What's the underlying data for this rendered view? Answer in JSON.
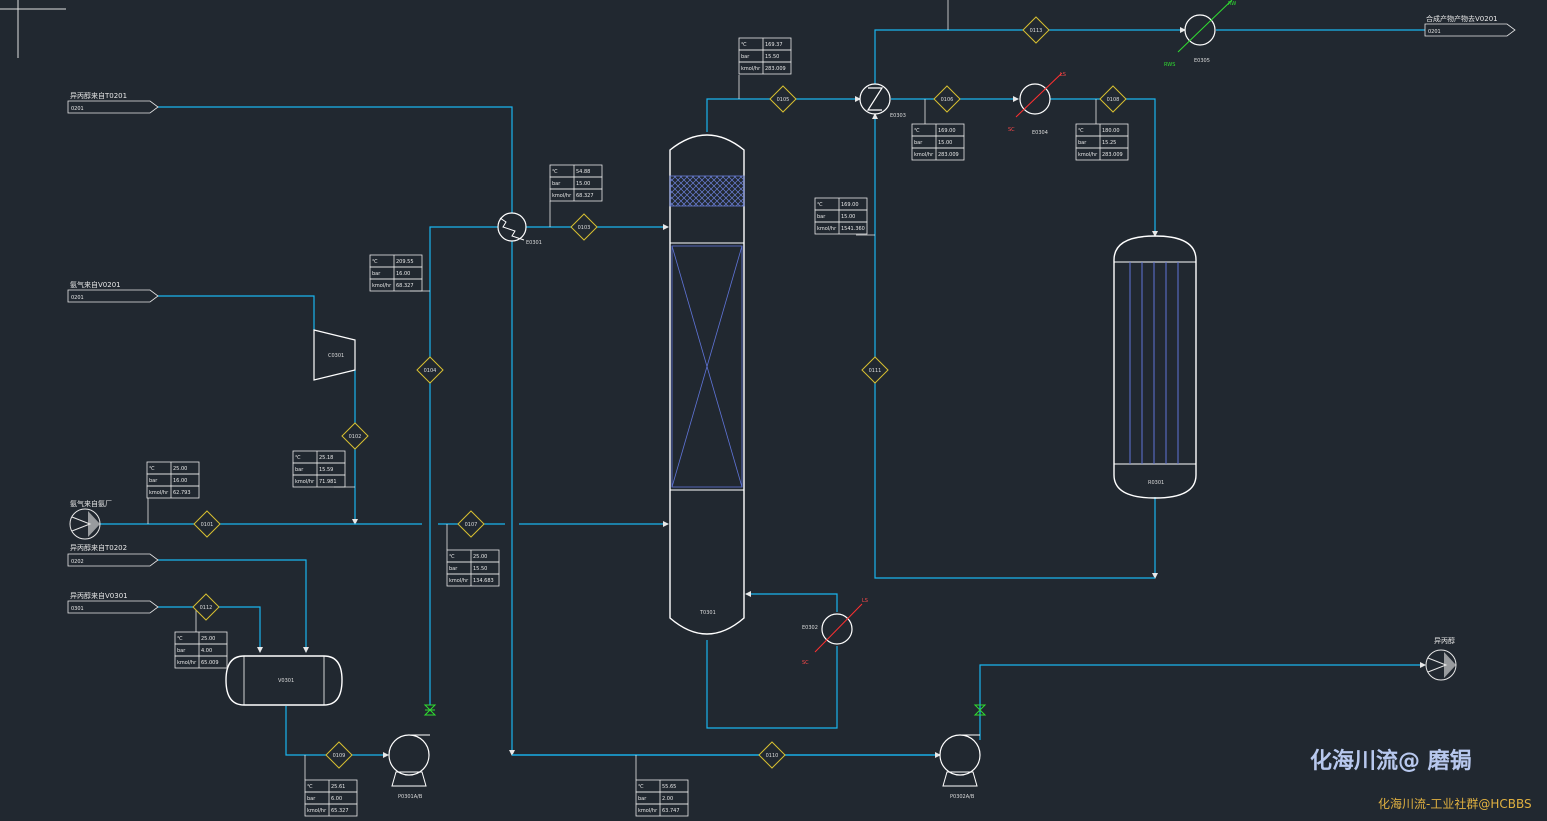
{
  "streams": {
    "top_input": {
      "label": "异丙醇来自T0201",
      "tag": "0201"
    },
    "gas_input": {
      "label": "氨气来自V0201",
      "tag": "0201"
    },
    "nh3_plant": {
      "label": "氨气来自氨厂"
    },
    "ipa_t0202": {
      "label": "异丙醇来自T0202",
      "tag": "0202"
    },
    "ipa_v0301": {
      "label": "异丙醇来自V0301",
      "tag": "0301"
    },
    "product_out": {
      "label": "合成产物产物去V0201",
      "tag": "0201"
    },
    "waste_out": {
      "label": "异丙醇"
    }
  },
  "tables": [
    {
      "id": "t1",
      "rows": [
        [
          "℃",
          "54.88"
        ],
        [
          "bar",
          "15.00"
        ],
        [
          "kmol/hr",
          "68.327"
        ]
      ]
    },
    {
      "id": "t2",
      "rows": [
        [
          "℃",
          "169.37"
        ],
        [
          "bar",
          "15.50"
        ],
        [
          "kmol/hr",
          "283.009"
        ]
      ]
    },
    {
      "id": "t3",
      "rows": [
        [
          "℃",
          "209.55"
        ],
        [
          "bar",
          "16.00"
        ],
        [
          "kmol/hr",
          "68.327"
        ]
      ]
    },
    {
      "id": "t4",
      "rows": [
        [
          "℃",
          "169.00"
        ],
        [
          "bar",
          "15.00"
        ],
        [
          "kmol/hr",
          "283.009"
        ]
      ]
    },
    {
      "id": "t5",
      "rows": [
        [
          "℃",
          "169.00"
        ],
        [
          "bar",
          "15.00"
        ],
        [
          "kmol/hr",
          "1541.360"
        ]
      ]
    },
    {
      "id": "t6",
      "rows": [
        [
          "℃",
          "180.00"
        ],
        [
          "bar",
          "15.25"
        ],
        [
          "kmol/hr",
          "283.009"
        ]
      ]
    },
    {
      "id": "t7",
      "rows": [
        [
          "℃",
          "25.00"
        ],
        [
          "bar",
          "16.00"
        ],
        [
          "kmol/hr",
          "62.793"
        ]
      ]
    },
    {
      "id": "t8",
      "rows": [
        [
          "℃",
          "25.18"
        ],
        [
          "bar",
          "15.59"
        ],
        [
          "kmol/hr",
          "71.981"
        ]
      ]
    },
    {
      "id": "t9",
      "rows": [
        [
          "℃",
          "25.00"
        ],
        [
          "bar",
          "15.50"
        ],
        [
          "kmol/hr",
          "134.683"
        ]
      ]
    },
    {
      "id": "t10",
      "rows": [
        [
          "℃",
          "25.00"
        ],
        [
          "bar",
          "4.00"
        ],
        [
          "kmol/hr",
          "65.009"
        ]
      ]
    },
    {
      "id": "t11",
      "rows": [
        [
          "℃",
          "25.61"
        ],
        [
          "bar",
          "6.00"
        ],
        [
          "kmol/hr",
          "65.327"
        ]
      ]
    },
    {
      "id": "t12",
      "rows": [
        [
          "℃",
          "55.65"
        ],
        [
          "bar",
          "2.00"
        ],
        [
          "kmol/hr",
          "63.747"
        ]
      ]
    }
  ],
  "diamonds": [
    "0103",
    "0105",
    "0106",
    "0104",
    "0102",
    "0101",
    "0107",
    "0108",
    "0109",
    "0110",
    "0111",
    "0112",
    "0113"
  ],
  "equipment": {
    "column": "T0301",
    "reactor": "R0301",
    "drum": "V0301",
    "compressor": "C0301",
    "hx1": "E0301",
    "hx2": "E0302",
    "hx3": "E0303",
    "hx4": "E0304",
    "hx5": "E0305",
    "pump1": "P0301A/B",
    "pump2": "P0302A/B"
  },
  "utilities": {
    "ls": "LS",
    "sc": "SC",
    "rw": "RW",
    "rws": "RWS"
  },
  "watermark": {
    "main": "化海川流@ 磨锔",
    "sub": "化海川流-工业社群@HCBBS"
  },
  "colors": {
    "background": "#212830",
    "pipe": "#19b4ee",
    "equipment": "#ffffff",
    "diamond": "#d8c030",
    "steam": "#ff3030",
    "water": "#30dd30"
  }
}
